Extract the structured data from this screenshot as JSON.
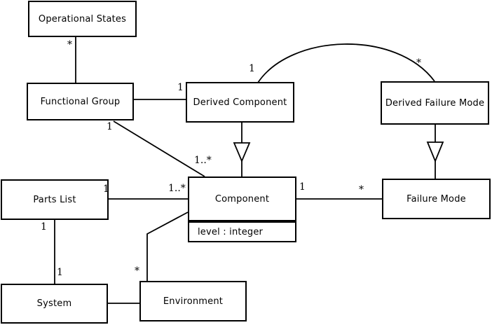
{
  "diagram": {
    "type": "uml-class-diagram",
    "background_color": "#ffffff",
    "stroke_color": "#000000"
  },
  "classes": {
    "operational_states": {
      "name": "Operational States"
    },
    "functional_group": {
      "name": "Functional Group"
    },
    "derived_component": {
      "name": "Derived Component"
    },
    "derived_failure_mode": {
      "name": "Derived Failure Mode"
    },
    "component": {
      "name": "Component",
      "attribute": "level : integer"
    },
    "failure_mode": {
      "name": "Failure Mode"
    },
    "parts_list": {
      "name": "Parts List"
    },
    "system": {
      "name": "System"
    },
    "environment": {
      "name": "Environment"
    }
  },
  "labels": {
    "os_fg": "*",
    "fg_dc": "1",
    "dc_arc": "1",
    "dfm_arc": "*",
    "fg_diag": "1",
    "comp_diag": "1..*",
    "pl_right": "1",
    "comp_left": "1..*",
    "comp_right": "1",
    "fm_left": "*",
    "pl_bottom": "1",
    "sys_top": "1",
    "env_top": "*"
  },
  "relations": [
    {
      "from": "Operational States",
      "to": "Functional Group",
      "type": "association",
      "end_from": "*",
      "end_to": ""
    },
    {
      "from": "Functional Group",
      "to": "Derived Component",
      "type": "association",
      "end_from": "",
      "end_to": "1"
    },
    {
      "from": "Derived Component",
      "to": "Derived Failure Mode",
      "type": "association-arc",
      "end_from": "1",
      "end_to": "*"
    },
    {
      "from": "Functional Group",
      "to": "Component",
      "type": "association",
      "end_from": "1",
      "end_to": "1..*"
    },
    {
      "from": "Parts List",
      "to": "Component",
      "type": "association",
      "end_from": "1",
      "end_to": "1..*"
    },
    {
      "from": "Component",
      "to": "Failure Mode",
      "type": "association",
      "end_from": "1",
      "end_to": "*"
    },
    {
      "from": "Parts List",
      "to": "System",
      "type": "association",
      "end_from": "1",
      "end_to": "1"
    },
    {
      "from": "System",
      "to": "Environment",
      "type": "association",
      "end_from": "",
      "end_to": ""
    },
    {
      "from": "Environment",
      "to": "Component",
      "type": "association",
      "end_from": "*",
      "end_to": ""
    },
    {
      "from": "Derived Component",
      "to": "Component",
      "type": "generalization"
    },
    {
      "from": "Derived Failure Mode",
      "to": "Failure Mode",
      "type": "generalization"
    }
  ]
}
